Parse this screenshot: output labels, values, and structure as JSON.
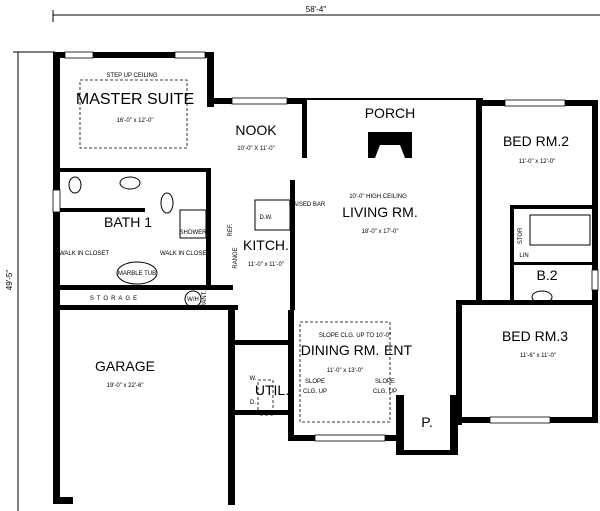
{
  "dimensions": {
    "width": "58'-4\"",
    "depth": "49'-5\""
  },
  "rooms": {
    "master_suite": {
      "note": "STEP UP CEILING",
      "name": "MASTER SUITE",
      "size": "16'-0\" x 12'-0\""
    },
    "nook": {
      "name": "NOOK",
      "size": "10'-0\" X 11'-0\""
    },
    "bath1": {
      "name": "BATH 1"
    },
    "walk_in_closet_left": "WALK IN CLOSET",
    "walk_in_closet_right": "WALK IN CLOSET",
    "marble_tub": "MARBLE TUB",
    "shower": "SHOWER",
    "kitchen": {
      "name": "KITCH.",
      "size": "11'-0\" x 11'-0\"",
      "ref": "REF.",
      "dw": "D.W.",
      "range": "RANGE",
      "raised_bar": "RAISED BAR"
    },
    "storage": "STORAGE",
    "water_heater": "W/H",
    "pantry": "PANT.",
    "porch": {
      "name": "PORCH"
    },
    "living": {
      "note": "10'-0\" HIGH CEILING",
      "name": "LIVING RM.",
      "size": "18'-0\" x 17'-0\""
    },
    "bed2": {
      "name": "BED RM.2",
      "size": "11'-0\" x 12'-0\""
    },
    "stor": "STOR",
    "lin": "LIN",
    "bath2": {
      "name": "B.2"
    },
    "garage": {
      "name": "GARAGE",
      "size": "19'-0\" x 22'-6\""
    },
    "dining": {
      "note": "SLOPE CLG. UP TO 10'-0\"",
      "name": "DINING RM.",
      "size": "11'-0\" x 13'-0\"",
      "slope_left": [
        "SLOPE",
        "CLG. UP"
      ],
      "slope_right": [
        "SLOPE",
        "CLG. UP"
      ]
    },
    "entry": {
      "name": "ENT"
    },
    "utility": {
      "name": "UTIL.",
      "washer": "W.",
      "dryer": "D."
    },
    "front_porch": {
      "name": "P."
    },
    "bed3": {
      "name": "BED RM.3",
      "size": "11'-6\" x 11'-0\""
    }
  }
}
